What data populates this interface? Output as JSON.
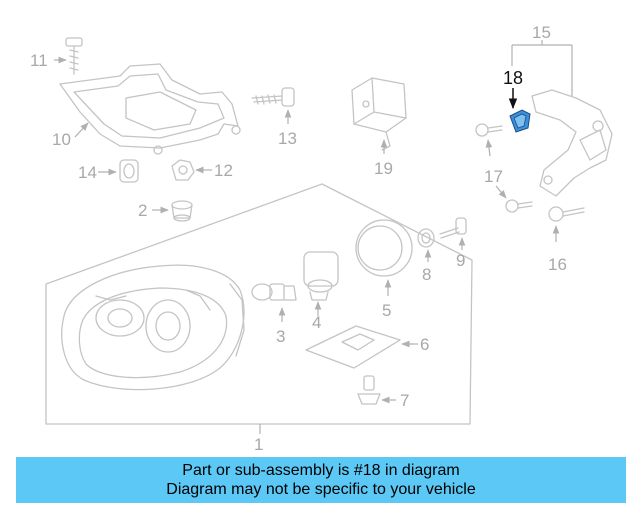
{
  "diagram": {
    "callouts": [
      "1",
      "2",
      "3",
      "4",
      "5",
      "6",
      "7",
      "8",
      "9",
      "10",
      "11",
      "12",
      "13",
      "14",
      "15",
      "16",
      "17",
      "18",
      "19"
    ],
    "highlighted_callout": "18",
    "colors": {
      "part_line": "#c4c4c4",
      "label": "#a8a8a8",
      "highlight_part": "#3b8fd6",
      "banner": "#5bc8f5"
    }
  },
  "banner": {
    "line1": "Part or sub-assembly is #18 in diagram",
    "line2": "Diagram may not be specific to your vehicle"
  }
}
